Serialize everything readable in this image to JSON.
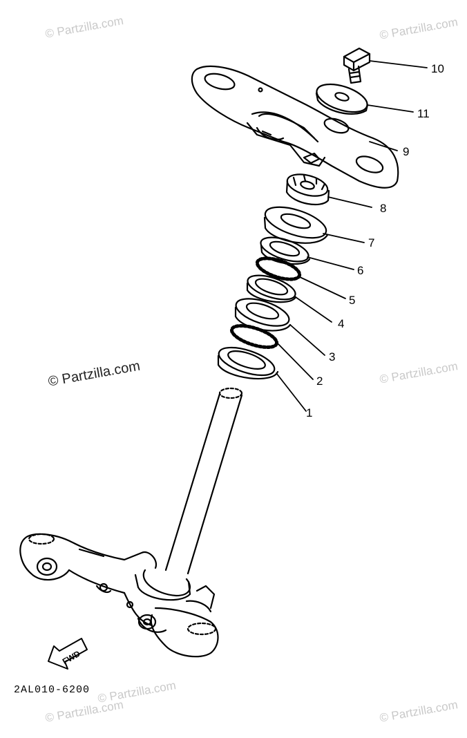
{
  "watermarks": [
    "© Partzilla.com",
    "© Partzilla.com",
    "© Partzilla.com",
    "© Partzilla.com",
    "© Partzilla.com",
    "© Partzilla.com",
    "© Partzilla.com"
  ],
  "callouts": [
    "1",
    "2",
    "3",
    "4",
    "5",
    "6",
    "7",
    "8",
    "9",
    "10",
    "11"
  ],
  "fwd_label": "FWD",
  "diagram_code": "2AL010-6200"
}
